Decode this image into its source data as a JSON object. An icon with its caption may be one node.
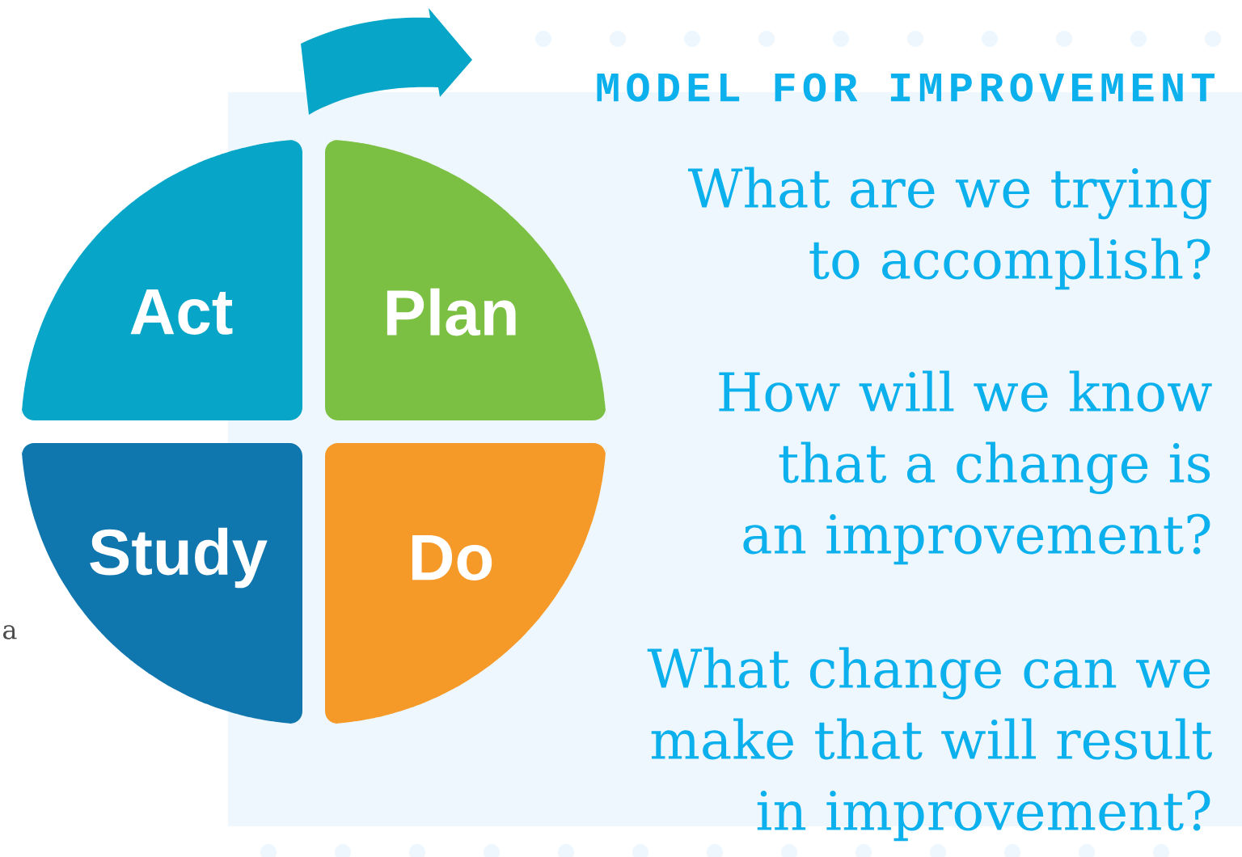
{
  "diagram": {
    "title": "MODEL FOR IMPROVEMENT",
    "nodes": [
      {
        "text": [
          "Act"
        ]
      },
      {
        "text": [
          "Plan"
        ]
      },
      {
        "text": [
          "Study"
        ]
      },
      {
        "text": [
          "Do"
        ]
      }
    ],
    "labels": [
      "What are we trying to accomplish?",
      "How will we know that a change is an improvement?",
      "What change can we make that will result in improvement?",
      "a"
    ]
  }
}
